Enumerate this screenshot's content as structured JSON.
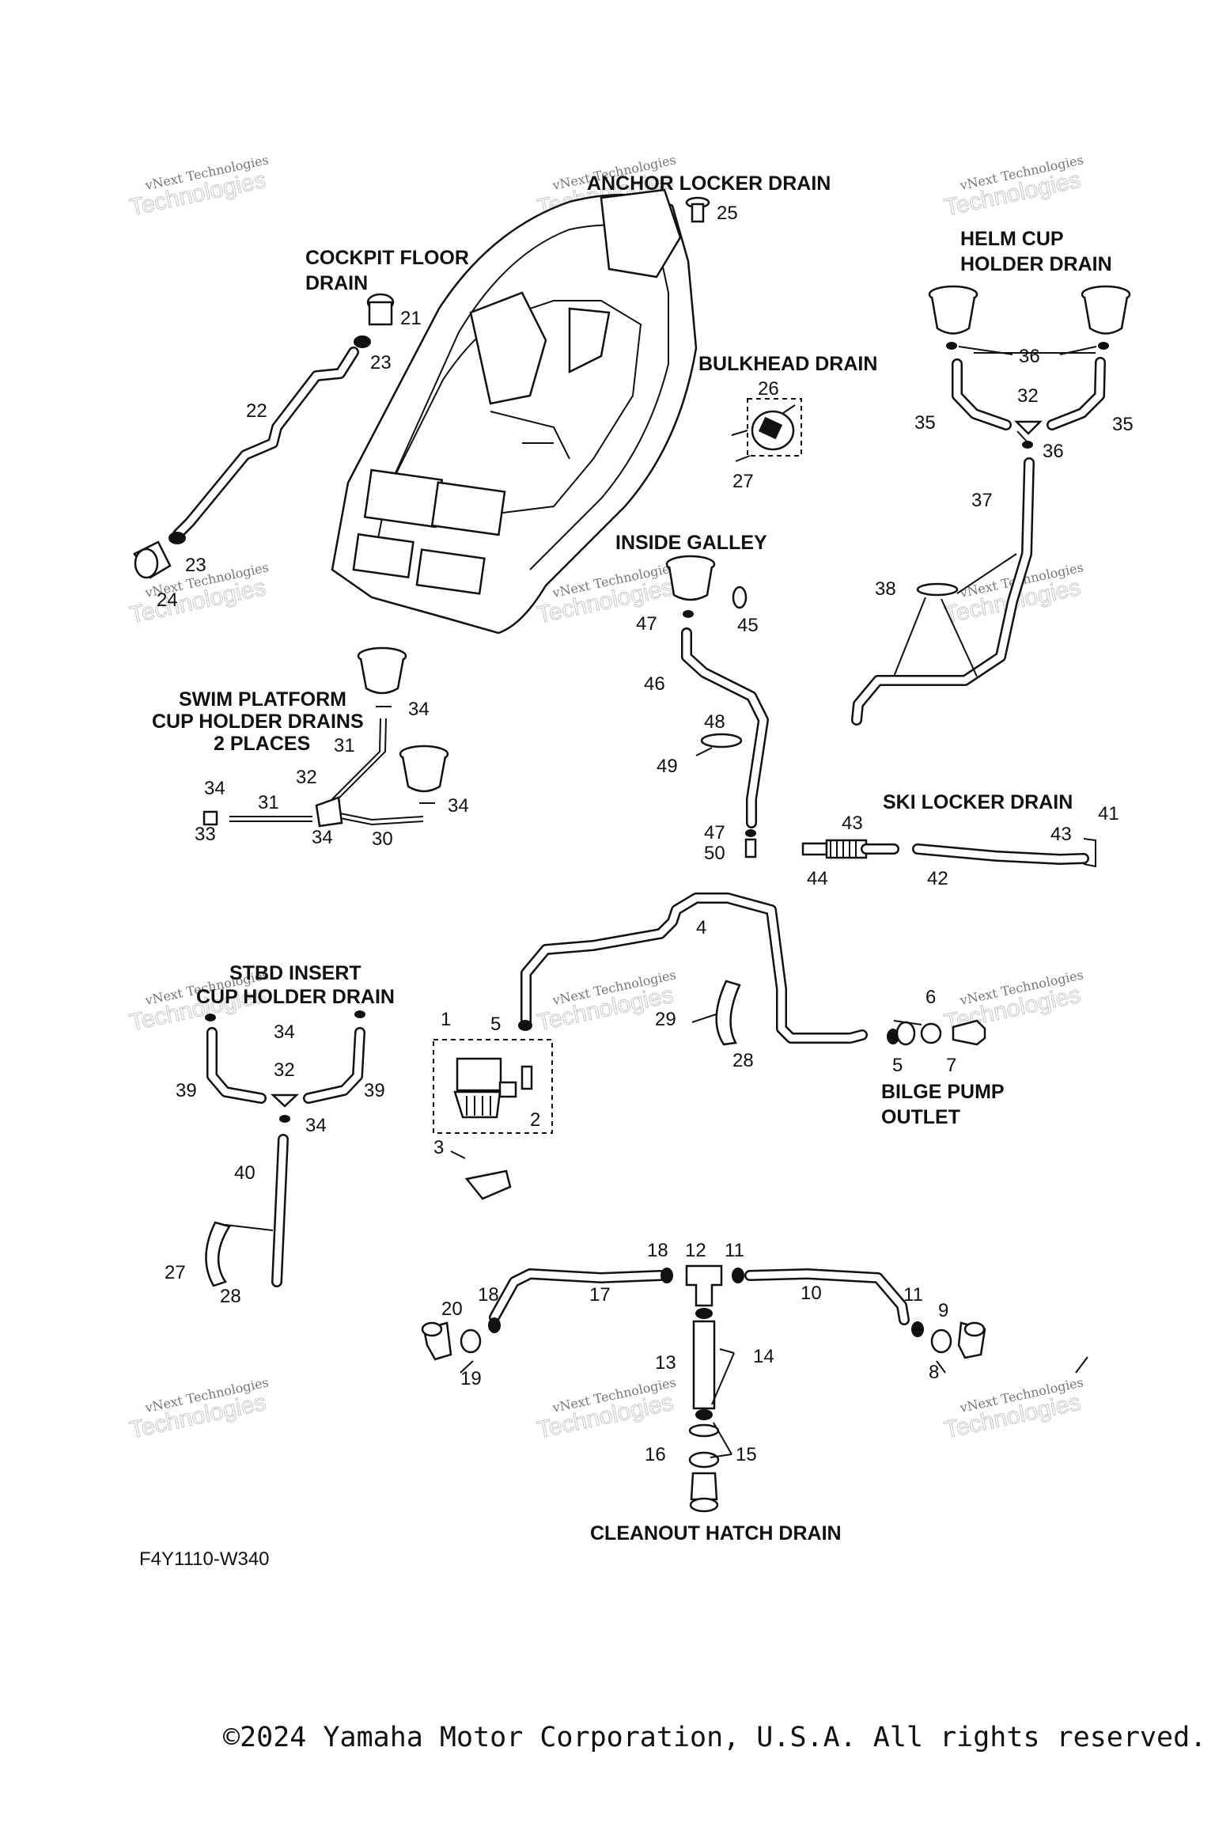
{
  "sections": {
    "anchor_locker": "ANCHOR LOCKER DRAIN",
    "cockpit_floor_1": "COCKPIT FLOOR",
    "cockpit_floor_2": "DRAIN",
    "helm_cup_1": "HELM CUP",
    "helm_cup_2": "HOLDER DRAIN",
    "bulkhead": "BULKHEAD DRAIN",
    "inside_galley": "INSIDE GALLEY",
    "swim_platform_1": "SWIM PLATFORM",
    "swim_platform_2": "CUP HOLDER DRAINS",
    "swim_platform_3": "2 PLACES",
    "ski_locker": "SKI LOCKER DRAIN",
    "stbd_insert_1": "STBD INSERT",
    "stbd_insert_2": "CUP HOLDER DRAIN",
    "bilge_pump_1": "BILGE PUMP",
    "bilge_pump_2": "OUTLET",
    "cleanout_hatch": "CLEANOUT HATCH DRAIN"
  },
  "diagram_code": "F4Y1110-W340",
  "watermark": {
    "line1": "vNext Technologies",
    "line2": "Technologies"
  },
  "copyright": "©2024 Yamaha Motor Corporation, U.S.A. All rights reserved.",
  "callouts": {
    "c1": "1",
    "c2": "2",
    "c3": "3",
    "c4": "4",
    "c5a": "5",
    "c5b": "5",
    "c6": "6",
    "c7": "7",
    "c8": "8",
    "c9": "9",
    "c10": "10",
    "c11a": "11",
    "c11b": "11",
    "c12": "12",
    "c13": "13",
    "c14": "14",
    "c15": "15",
    "c16": "16",
    "c17": "17",
    "c18a": "18",
    "c18b": "18",
    "c19": "19",
    "c20": "20",
    "c21": "21",
    "c22": "22",
    "c23a": "23",
    "c23b": "23",
    "c24": "24",
    "c25": "25",
    "c26": "26",
    "c27a": "27",
    "c27b": "27",
    "c28a": "28",
    "c28b": "28",
    "c29": "29",
    "c30": "30",
    "c31a": "31",
    "c31b": "31",
    "c32a": "32",
    "c32b": "32",
    "c32c": "32",
    "c33": "33",
    "c34a": "34",
    "c34b": "34",
    "c34c": "34",
    "c34d": "34",
    "c34e": "34",
    "c34f": "34",
    "c35a": "35",
    "c35b": "35",
    "c36a": "36",
    "c36b": "36",
    "c37": "37",
    "c38": "38",
    "c39a": "39",
    "c39b": "39",
    "c40": "40",
    "c41": "41",
    "c42": "42",
    "c43a": "43",
    "c43b": "43",
    "c44": "44",
    "c45": "45",
    "c46": "46",
    "c47a": "47",
    "c47b": "47",
    "c48": "48",
    "c49": "49",
    "c50": "50"
  }
}
